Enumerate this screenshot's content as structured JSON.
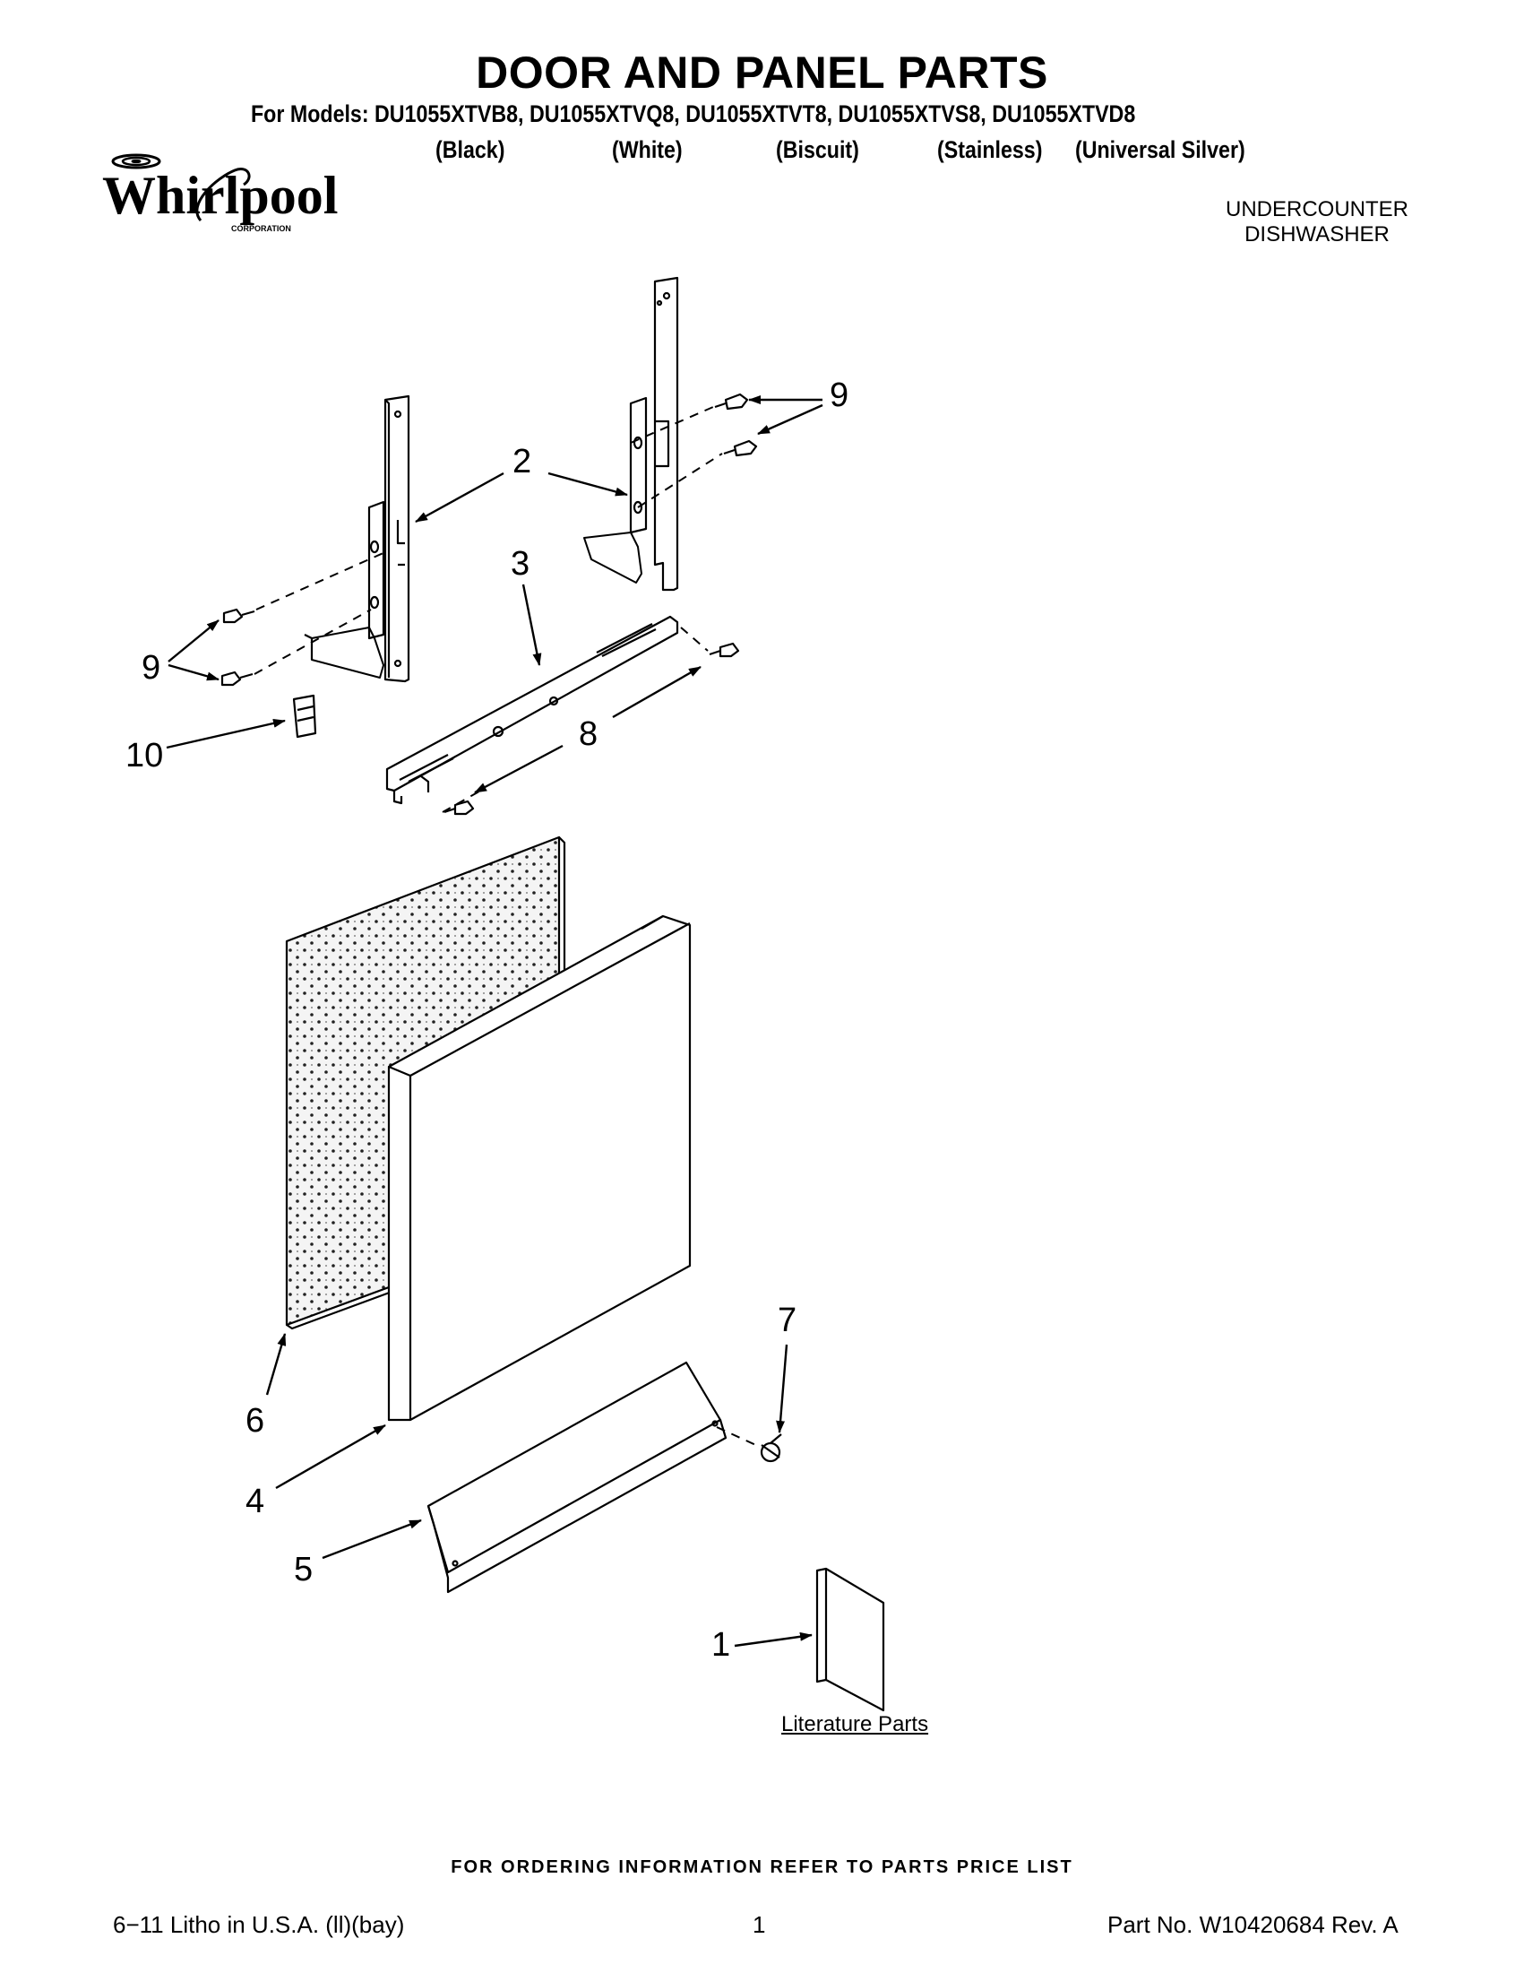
{
  "header": {
    "title": "DOOR AND PANEL PARTS",
    "models_line": "For Models: DU1055XTVB8, DU1055XTVQ8, DU1055XTVT8, DU1055XTVS8, DU1055XTVD8",
    "colors": [
      "(Black)",
      "(White)",
      "(Biscuit)",
      "(Stainless)",
      "(Universal Silver)"
    ],
    "appliance_type_line1": "UNDERCOUNTER",
    "appliance_type_line2": "DISHWASHER"
  },
  "brand": {
    "logo_text": "Whirlpool",
    "logo_subtext": "CORPORATION"
  },
  "callouts": {
    "c1": "1",
    "c2": "2",
    "c3": "3",
    "c4": "4",
    "c5": "5",
    "c6": "6",
    "c7": "7",
    "c8": "8",
    "c9_top": "9",
    "c9_left": "9",
    "c10": "10"
  },
  "literature_label": "Literature Parts",
  "footer": {
    "ordering_note": "FOR ORDERING INFORMATION REFER TO PARTS PRICE LIST",
    "print_info": "6−11 Litho in U.S.A. (ll)(bay)",
    "page_number": "1",
    "part_number": "Part No. W10420684 Rev. A"
  }
}
